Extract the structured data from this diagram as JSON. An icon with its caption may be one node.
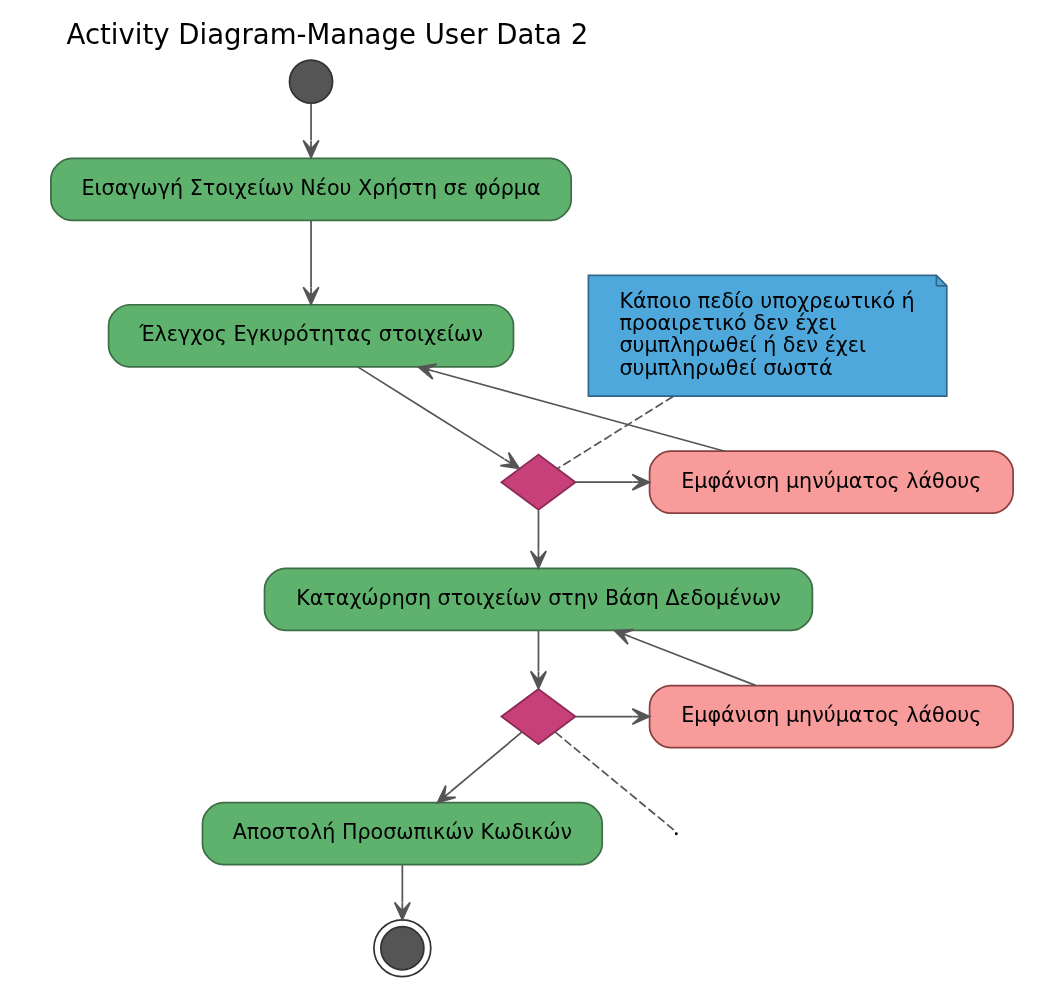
{
  "diagram": {
    "title": "Activity Diagram-Manage User Data 2",
    "nodes": [
      {
        "text": [],
        "shape": "circle"
      },
      {
        "text": [
          "Εισαγωγή Στοιχείων Νέου Χρήστη σε φόρμα"
        ]
      },
      {
        "text": [
          "Έλεγχος Εγκυρότητας στοιχείων"
        ]
      },
      {
        "text": [],
        "shape": "diamond"
      },
      {
        "text": [
          "Εμφάνιση μηνύματος λάθους"
        ]
      },
      {
        "text": [
          "Καταχώρηση στοιχείων στην Βάση Δεδομένων"
        ]
      },
      {
        "text": [],
        "shape": "diamond"
      },
      {
        "text": [
          "Εμφάνιση μηνύματος λάθους"
        ]
      },
      {
        "text": [
          "Αποστολή Προσωπικών Κωδικών"
        ]
      },
      {
        "text": [],
        "shape": "circle"
      },
      {
        "text": [
          "Κάποιο πεδίο υποχρεωτικό ή προαιρετικό δεν έχει συμπληρωθεί ή δεν έχει συμπληρωθεί σωστά"
        ]
      }
    ],
    "edges": [
      {
        "from": 0,
        "to": 1,
        "arrow": "to"
      },
      {
        "from": 1,
        "to": 2,
        "arrow": "to"
      },
      {
        "from": 2,
        "to": 3,
        "arrow": "to"
      },
      {
        "from": 3,
        "to": 4,
        "arrow": "to"
      },
      {
        "from": 4,
        "to": 2,
        "arrow": "to"
      },
      {
        "from": 3,
        "to": 5,
        "arrow": "to"
      },
      {
        "from": 5,
        "to": 6,
        "arrow": "to"
      },
      {
        "from": 6,
        "to": 7,
        "arrow": "to"
      },
      {
        "from": 7,
        "to": 5,
        "arrow": "to"
      },
      {
        "from": 6,
        "to": 8,
        "arrow": "to"
      },
      {
        "from": 8,
        "to": 9,
        "arrow": "to"
      },
      {
        "from": 10,
        "to": 3,
        "arrow": "none",
        "style": "dashed"
      },
      {
        "from": 6,
        "to": null,
        "arrow": "none",
        "style": "dashed"
      }
    ]
  }
}
